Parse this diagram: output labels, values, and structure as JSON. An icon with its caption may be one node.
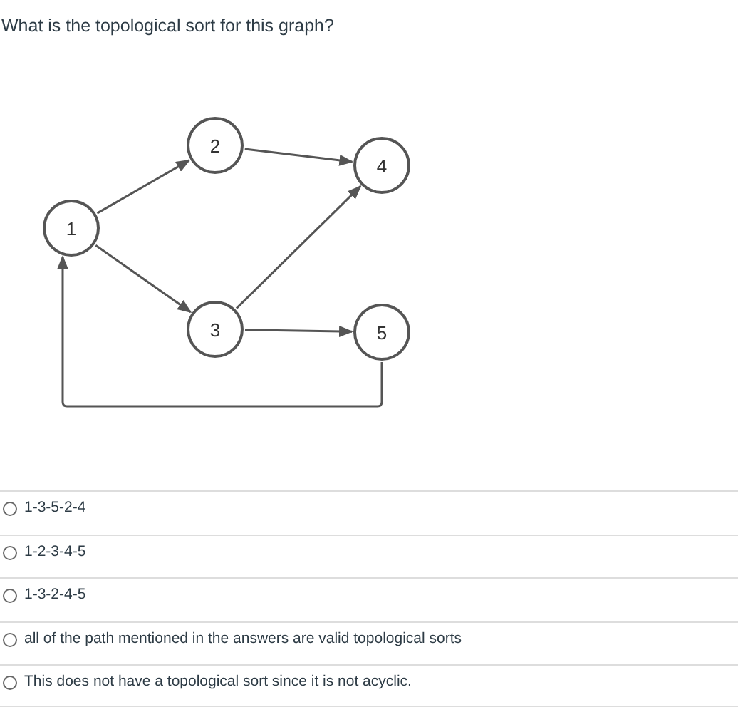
{
  "diagram": {
    "title": "What is the topological sort for this graph?",
    "nodes": [
      {
        "text": [
          "1"
        ]
      },
      {
        "text": [
          "2"
        ]
      },
      {
        "text": [
          "3"
        ]
      },
      {
        "text": [
          "4"
        ]
      },
      {
        "text": [
          "5"
        ]
      }
    ],
    "edges": [
      {
        "from": 0,
        "to": 1,
        "arrow": "to"
      },
      {
        "from": 1,
        "to": 3,
        "arrow": "to"
      },
      {
        "from": 0,
        "to": 2,
        "arrow": "to"
      },
      {
        "from": 2,
        "to": 3,
        "arrow": "to"
      },
      {
        "from": 2,
        "to": 4,
        "arrow": "to"
      },
      {
        "from": 4,
        "to": 0,
        "arrow": "to"
      }
    ],
    "labels": [
      "1-3-5-2-4",
      "1-2-3-4-5",
      "1-3-2-4-5",
      "all of the path mentioned in the answers are valid topological sorts",
      "This does not have a topological sort since it is not acyclic."
    ]
  }
}
